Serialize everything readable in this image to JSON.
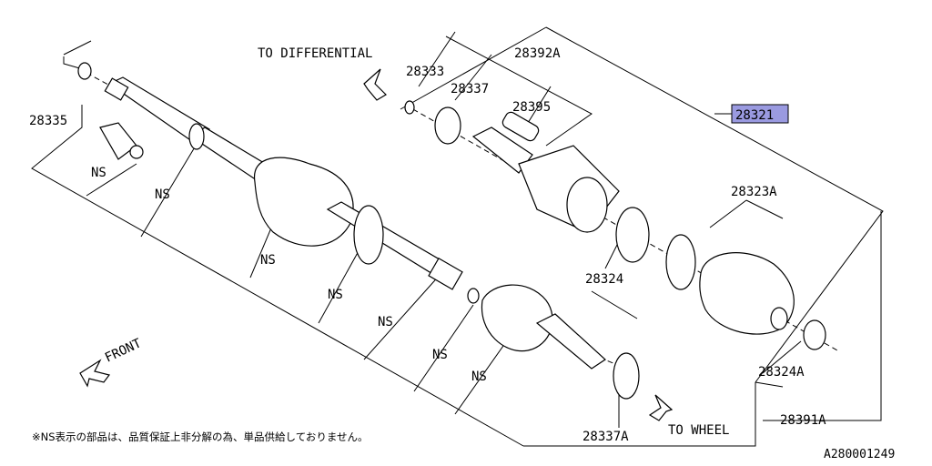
{
  "diagram": {
    "direction_labels": {
      "to_differential": "TO DIFFERENTIAL",
      "to_wheel": "TO WHEEL",
      "front": "FRONT"
    },
    "part_labels": {
      "p28333": "28333",
      "p28392A": "28392A",
      "p28337": "28337",
      "p28395": "28395",
      "p28321": "28321",
      "p28335": "28335",
      "p28323A": "28323A",
      "p28324": "28324",
      "p28324A": "28324A",
      "p28337A": "28337A",
      "p28391A": "28391A"
    },
    "ns_label": "NS",
    "highlight_color": "#9a9ae0",
    "footnote": "※NS表示の部品は、品質保証上非分解の為、単品供給しておりません。",
    "figure_id": "A280001249"
  }
}
